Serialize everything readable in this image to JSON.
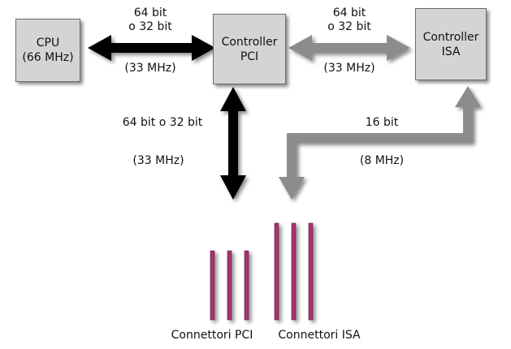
{
  "boxes": {
    "cpu": {
      "line1": "CPU",
      "line2": "(66 MHz)"
    },
    "pci": {
      "line1": "Controller",
      "line2": "PCI"
    },
    "isa": {
      "line1": "Controller",
      "line2": "ISA"
    }
  },
  "links": {
    "cpu_pci": {
      "width_line1": "64 bit",
      "width_line2": "o 32 bit",
      "clock": "(33 MHz)"
    },
    "pci_isa": {
      "width_line1": "64 bit",
      "width_line2": "o 32 bit",
      "clock": "(33 MHz)"
    },
    "pci_slots": {
      "width": "64 bit o 32 bit",
      "clock": "(33 MHz)"
    },
    "isa_slots": {
      "width": "16 bit",
      "clock": "(8 MHz)"
    }
  },
  "slots": {
    "pci_label": "Connettori PCI",
    "isa_label": "Connettori ISA"
  },
  "colors": {
    "box_fill": "#d4d4d4",
    "pci_bus_arrow": "#000000",
    "isa_bus_arrow": "#8c8c8c",
    "slot_fill": "#a8326f"
  }
}
